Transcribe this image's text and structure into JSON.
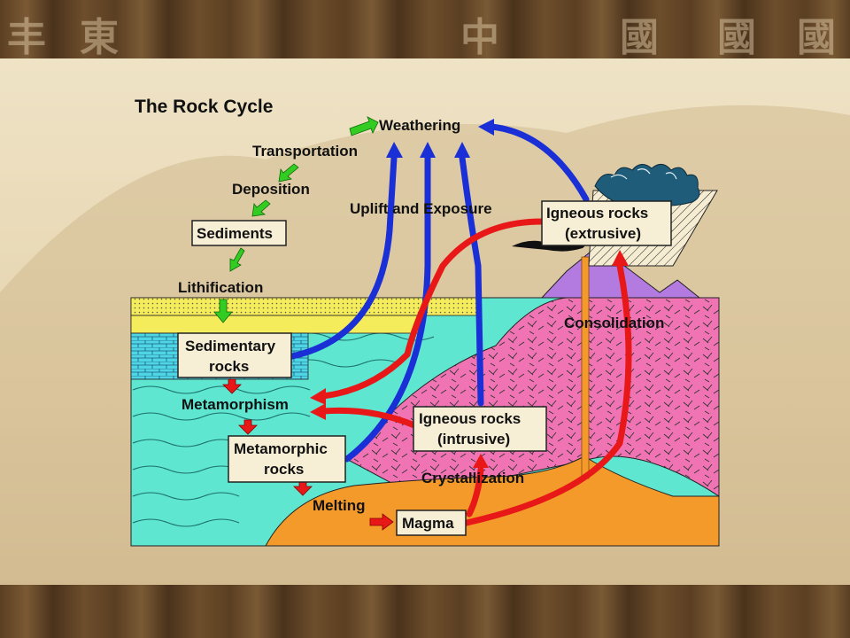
{
  "title": "The Rock Cycle",
  "labels": {
    "weathering": "Weathering",
    "transportation": "Transportation",
    "deposition": "Deposition",
    "sediments": "Sediments",
    "lithification": "Lithification",
    "sedimentary_1": "Sedimentary",
    "sedimentary_2": "rocks",
    "metamorphism": "Metamorphism",
    "metamorphic_1": "Metamorphic",
    "metamorphic_2": "rocks",
    "melting": "Melting",
    "magma": "Magma",
    "crystallization": "Crystallization",
    "igneous_intrusive_1": "Igneous rocks",
    "igneous_intrusive_2": "(intrusive)",
    "igneous_extrusive_1": "Igneous rocks",
    "igneous_extrusive_2": "(extrusive)",
    "consolidation": "Consolidation",
    "uplift": "Uplift and Exposure"
  },
  "colors": {
    "metamorphic_zone": "#5ee6d0",
    "igneous_zone": "#f074b4",
    "magma_zone": "#f39a2a",
    "volcano": "#b37ae0",
    "sediment_layer": "#f4ec5a",
    "arrow_blue": "#1a2fd6",
    "arrow_red": "#e81818",
    "arrow_green": "#33cc22",
    "box_fill": "#f7eed6"
  },
  "frame_glyphs": [
    "丰",
    "東",
    "中",
    "國",
    "國",
    "國"
  ]
}
